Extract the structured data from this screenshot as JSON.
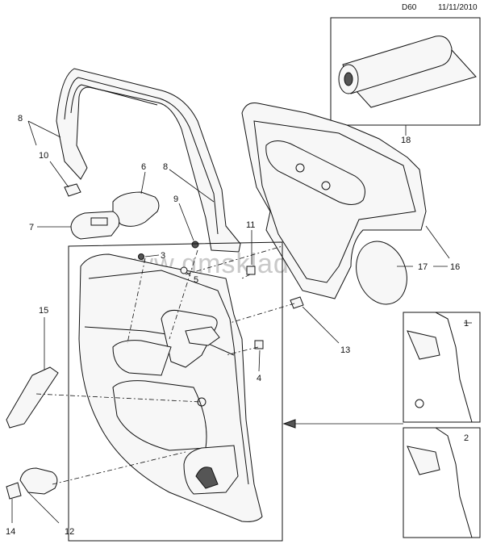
{
  "header": {
    "code": "D60",
    "date": "11/11/2010"
  },
  "watermark": "www.gmsklad.ru",
  "callouts": {
    "c1": "1",
    "c2": "2",
    "c3": "3",
    "c4": "4",
    "c5": "5",
    "c6": "6",
    "c7": "7",
    "c8a": "8",
    "c8b": "8",
    "c9": "9",
    "c10": "10",
    "c11": "11",
    "c12": "12",
    "c13": "13",
    "c14": "14",
    "c15": "15",
    "c16": "16",
    "c17": "17",
    "c18": "18"
  }
}
